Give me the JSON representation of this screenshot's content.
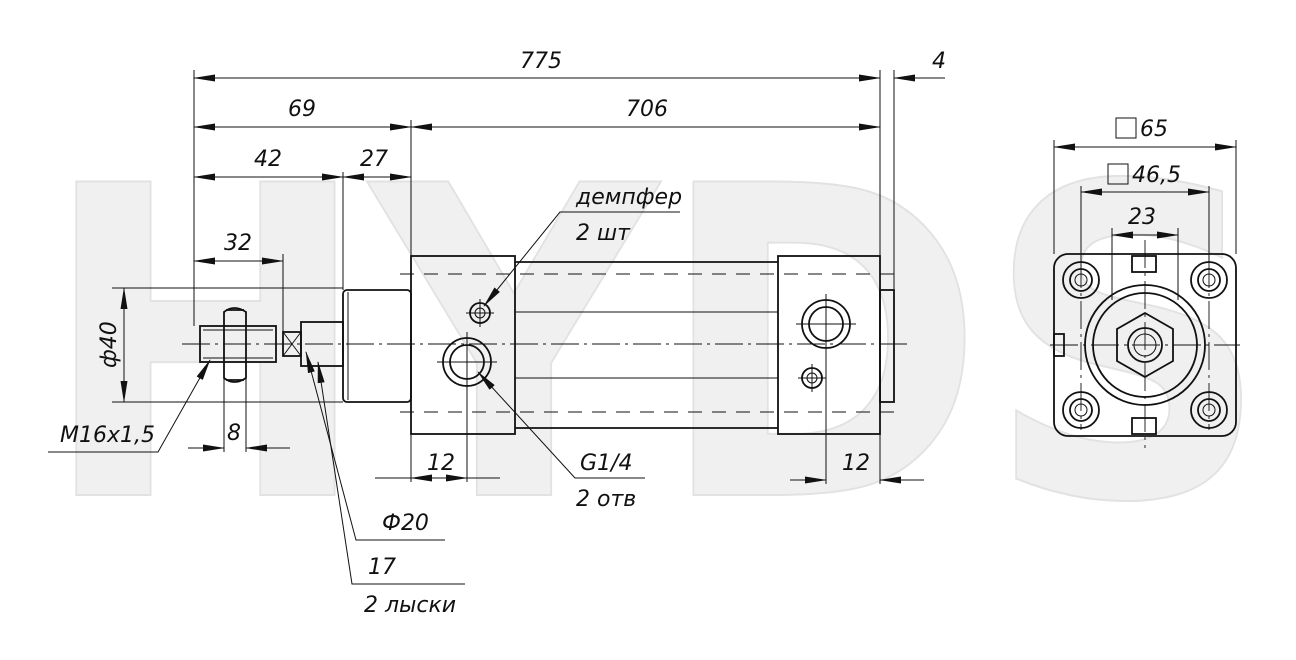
{
  "watermark": "HYDS",
  "dimensions": {
    "overall_length": "775",
    "end_gap": "4",
    "rod_section": "69",
    "body_length": "706",
    "rod_to_cap": "42",
    "cap_length": "27",
    "thread_length": "32",
    "bore_diameter": "ф40",
    "thread": "M16x1,5",
    "nut_width": "8",
    "port_offset_front": "12",
    "port_offset_rear": "12",
    "rod_diameter": "Ф20",
    "wrench_flats": "17",
    "wrench_flats_note": "2 лыски",
    "port_thread": "G1/4",
    "port_count": "2 отв",
    "damper": "демпфер",
    "damper_count": "2 шт",
    "square_outer": "65",
    "square_bolt": "46,5",
    "flat_width": "23"
  }
}
